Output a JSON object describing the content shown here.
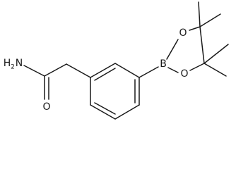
{
  "molecule": {
    "atoms": {
      "amide_n": "H",
      "amide_n_sub": "2",
      "amide_n_symbol": "N",
      "carbonyl_o": "O",
      "boron": "B",
      "ring_o_top": "O",
      "ring_o_bottom": "O"
    }
  }
}
